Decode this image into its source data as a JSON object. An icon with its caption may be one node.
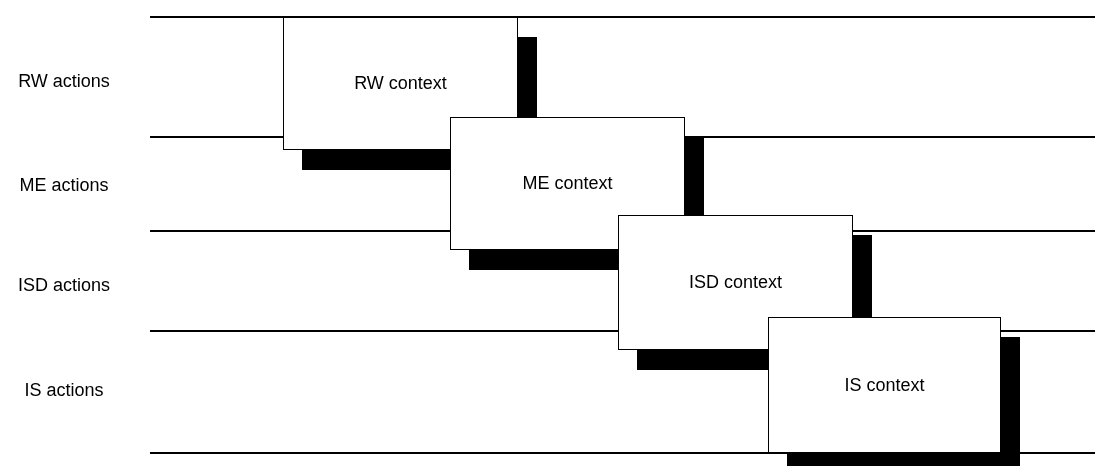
{
  "diagram": {
    "nodes": [
      {
        "text": [
          "RW context"
        ]
      },
      {
        "text": [
          "ME context"
        ]
      },
      {
        "text": [
          "ISD context"
        ]
      },
      {
        "text": [
          "IS context"
        ]
      }
    ],
    "labels": [
      "RW actions",
      "ME actions",
      "ISD actions",
      "IS actions"
    ]
  }
}
